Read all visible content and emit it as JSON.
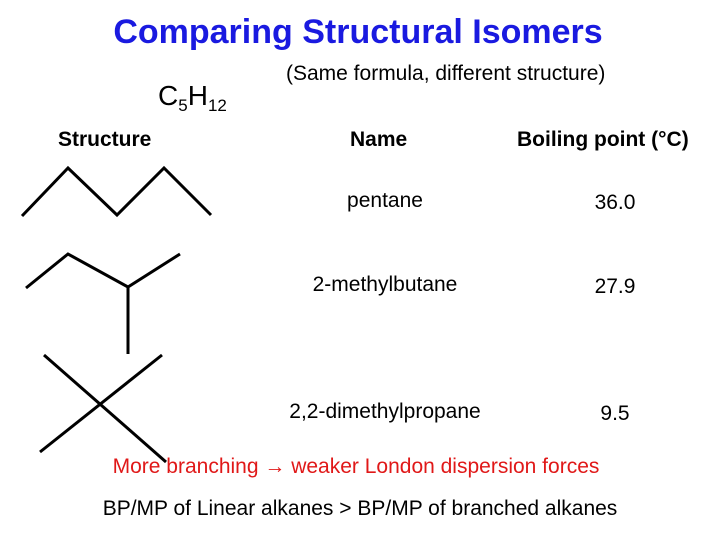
{
  "title": "Comparing Structural Isomers",
  "formula": {
    "c": "C",
    "c_sub": "5",
    "h": "H",
    "h_sub": "12"
  },
  "subtitle": "(Same formula, different structure)",
  "headers": {
    "structure": "Structure",
    "name": "Name",
    "bp": "Boiling point (°C)"
  },
  "isomers": [
    {
      "name": "pentane",
      "bp": "36.0"
    },
    {
      "name": "2-methylbutane",
      "bp": "27.9"
    },
    {
      "name": "2,2-dimethylpropane",
      "bp": "9.5"
    }
  ],
  "notes": {
    "branching": "More branching → weaker London dispersion forces",
    "comparison": "BP/MP of Linear alkanes > BP/MP of branched alkanes"
  },
  "colors": {
    "title": "#1a1ae0",
    "note": "#e01818"
  }
}
